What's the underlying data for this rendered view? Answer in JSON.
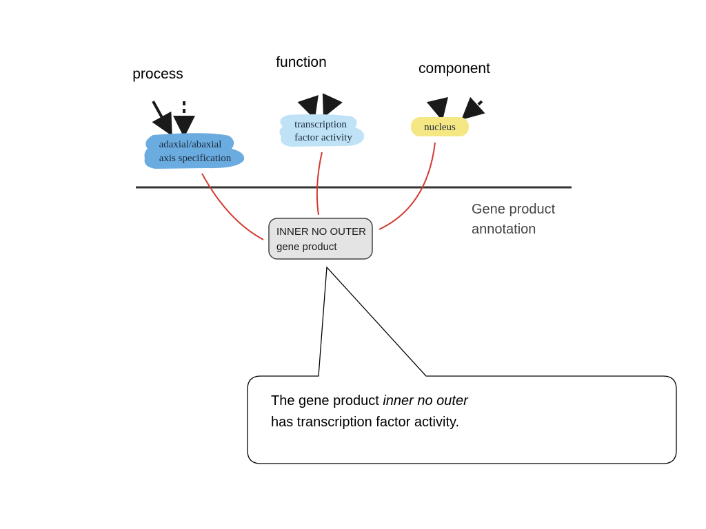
{
  "ontology_labels": {
    "process": "process",
    "function": "function",
    "component": "component"
  },
  "terms": {
    "process": {
      "line1": "adaxial/abaxial",
      "line2": "axis specification",
      "color": "#6aabe0"
    },
    "function": {
      "line1": "transcription",
      "line2": "factor activity",
      "color": "#bfe2f6"
    },
    "component": {
      "line1": "nucleus",
      "color": "#f6e785"
    }
  },
  "gene_product": {
    "line1": "INNER NO OUTER",
    "line2": "gene product",
    "fill": "#e4e4e4"
  },
  "section_label": {
    "line1": "Gene product",
    "line2": "annotation"
  },
  "callout": {
    "prefix": "The gene product ",
    "italic": "inner no outer",
    "line2": "has transcription factor activity."
  },
  "colors": {
    "link": "#d23a32",
    "arrow": "#1a1a1a",
    "divider": "#333333"
  }
}
